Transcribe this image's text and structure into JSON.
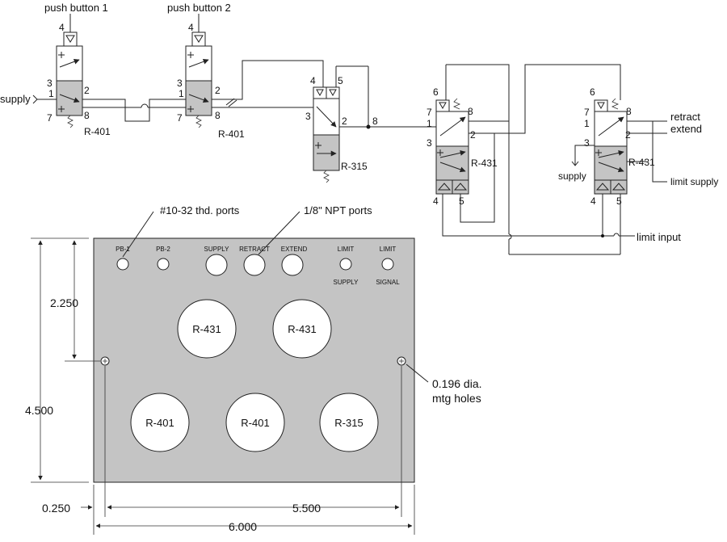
{
  "schematic": {
    "push_button_1": "push button 1",
    "push_button_2": "push button 2",
    "supply_left": "supply",
    "supply_right": "supply",
    "valve_r401": "R-401",
    "valve_r315": "R-315",
    "valve_r431": "R-431",
    "retract": "retract",
    "extend": "extend",
    "limit_supply": "limit supply",
    "limit_input": "limit input",
    "ports": {
      "p1": "1",
      "p2": "2",
      "p3": "3",
      "p4": "4",
      "p5": "5",
      "p6": "6",
      "p7": "7",
      "p8": "8"
    }
  },
  "panel": {
    "callout_thread_ports": "#10-32 thd. ports",
    "callout_npt_ports": "1/8\" NPT ports",
    "callout_mtg_line1": "0.196 dia.",
    "callout_mtg_line2": "mtg holes",
    "port_labels": {
      "pb1": "PB-1",
      "pb2": "PB-2",
      "supply": "SUPPLY",
      "retract": "RETRACT",
      "extend": "EXTEND",
      "limit1": "LIMIT",
      "limit_supply": "SUPPLY",
      "limit2": "LIMIT",
      "limit_signal": "SIGNAL"
    },
    "cutouts": {
      "a": "R-431",
      "b": "R-431",
      "c": "R-401",
      "d": "R-401",
      "e": "R-315"
    },
    "dims": {
      "height_partial": "2.250",
      "height_total": "4.500",
      "edge_offset": "0.250",
      "hole_span": "5.500",
      "width_total": "6.000"
    },
    "panel_color": "#c4c4c4"
  }
}
